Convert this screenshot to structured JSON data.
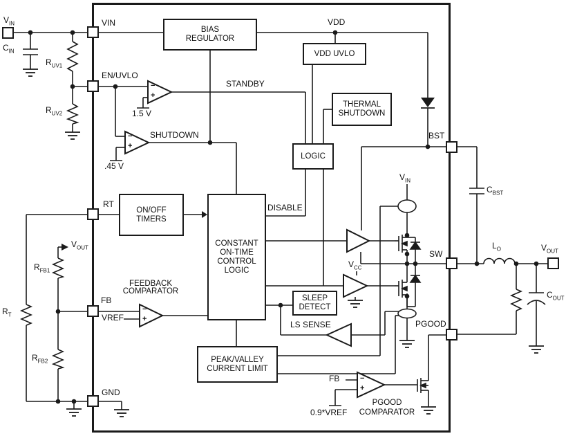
{
  "pins": {
    "vin": "VIN",
    "en_uvlo": "EN/UVLO",
    "rt": "RT",
    "fb": "FB",
    "gnd": "GND",
    "bst": "BST",
    "sw": "SW",
    "pgood": "PGOOD"
  },
  "blocks": {
    "bias_regulator": {
      "l1": "BIAS",
      "l2": "REGULATOR"
    },
    "vdd_uvlo": {
      "l1": "VDD UVLO"
    },
    "thermal_shutdown": {
      "l1": "THERMAL",
      "l2": "SHUTDOWN"
    },
    "logic": {
      "l1": "LOGIC"
    },
    "onoff_timers": {
      "l1": "ON/OFF",
      "l2": "TIMERS"
    },
    "cot": {
      "l1": "CONSTANT",
      "l2": "ON-TIME",
      "l3": "CONTROL",
      "l4": "LOGIC"
    },
    "sleep_detect": {
      "l1": "SLEEP",
      "l2": "DETECT"
    },
    "peak_valley": {
      "l1": "PEAK/VALLEY",
      "l2": "CURRENT LIMIT"
    }
  },
  "signals": {
    "vdd": "VDD",
    "standby": "STANDBY",
    "shutdown": "SHUTDOWN",
    "disable": "DISABLE",
    "ls_sense": "LS SENSE",
    "vref": "VREF",
    "fb_bottom": "FB"
  },
  "comparators": {
    "feedback": {
      "l1": "FEEDBACK",
      "l2": "COMPARATOR"
    },
    "pgood": {
      "l1": "PGOOD",
      "l2": "COMPARATOR"
    },
    "minus": "−",
    "plus": "+"
  },
  "references": {
    "en_standby": "1.5 V",
    "en_shutdown": ".45 V",
    "pgood_threshold": "0.9*VREF"
  },
  "labels": {
    "vin_ext": {
      "main": "V",
      "sub": "IN"
    },
    "cin": {
      "main": "C",
      "sub": "IN"
    },
    "ruv1": {
      "main": "R",
      "sub": "UV1"
    },
    "ruv2": {
      "main": "R",
      "sub": "UV2"
    },
    "rt_res": {
      "main": "R",
      "sub": "T"
    },
    "rfb1": {
      "main": "R",
      "sub": "FB1"
    },
    "rfb2": {
      "main": "R",
      "sub": "FB2"
    },
    "vout_div": {
      "main": "V",
      "sub": "OUT"
    },
    "vout_pin": {
      "main": "V",
      "sub": "OUT"
    },
    "vin_rail": {
      "main": "V",
      "sub": "IN"
    },
    "vcc": {
      "main": "V",
      "sub": "CC"
    },
    "cbst": {
      "main": "C",
      "sub": "BST"
    },
    "lo": {
      "main": "L",
      "sub": "O"
    },
    "cout": {
      "main": "C",
      "sub": "OUT"
    }
  },
  "colors": {
    "line": "#1a1a1a",
    "background": "#ffffff"
  }
}
